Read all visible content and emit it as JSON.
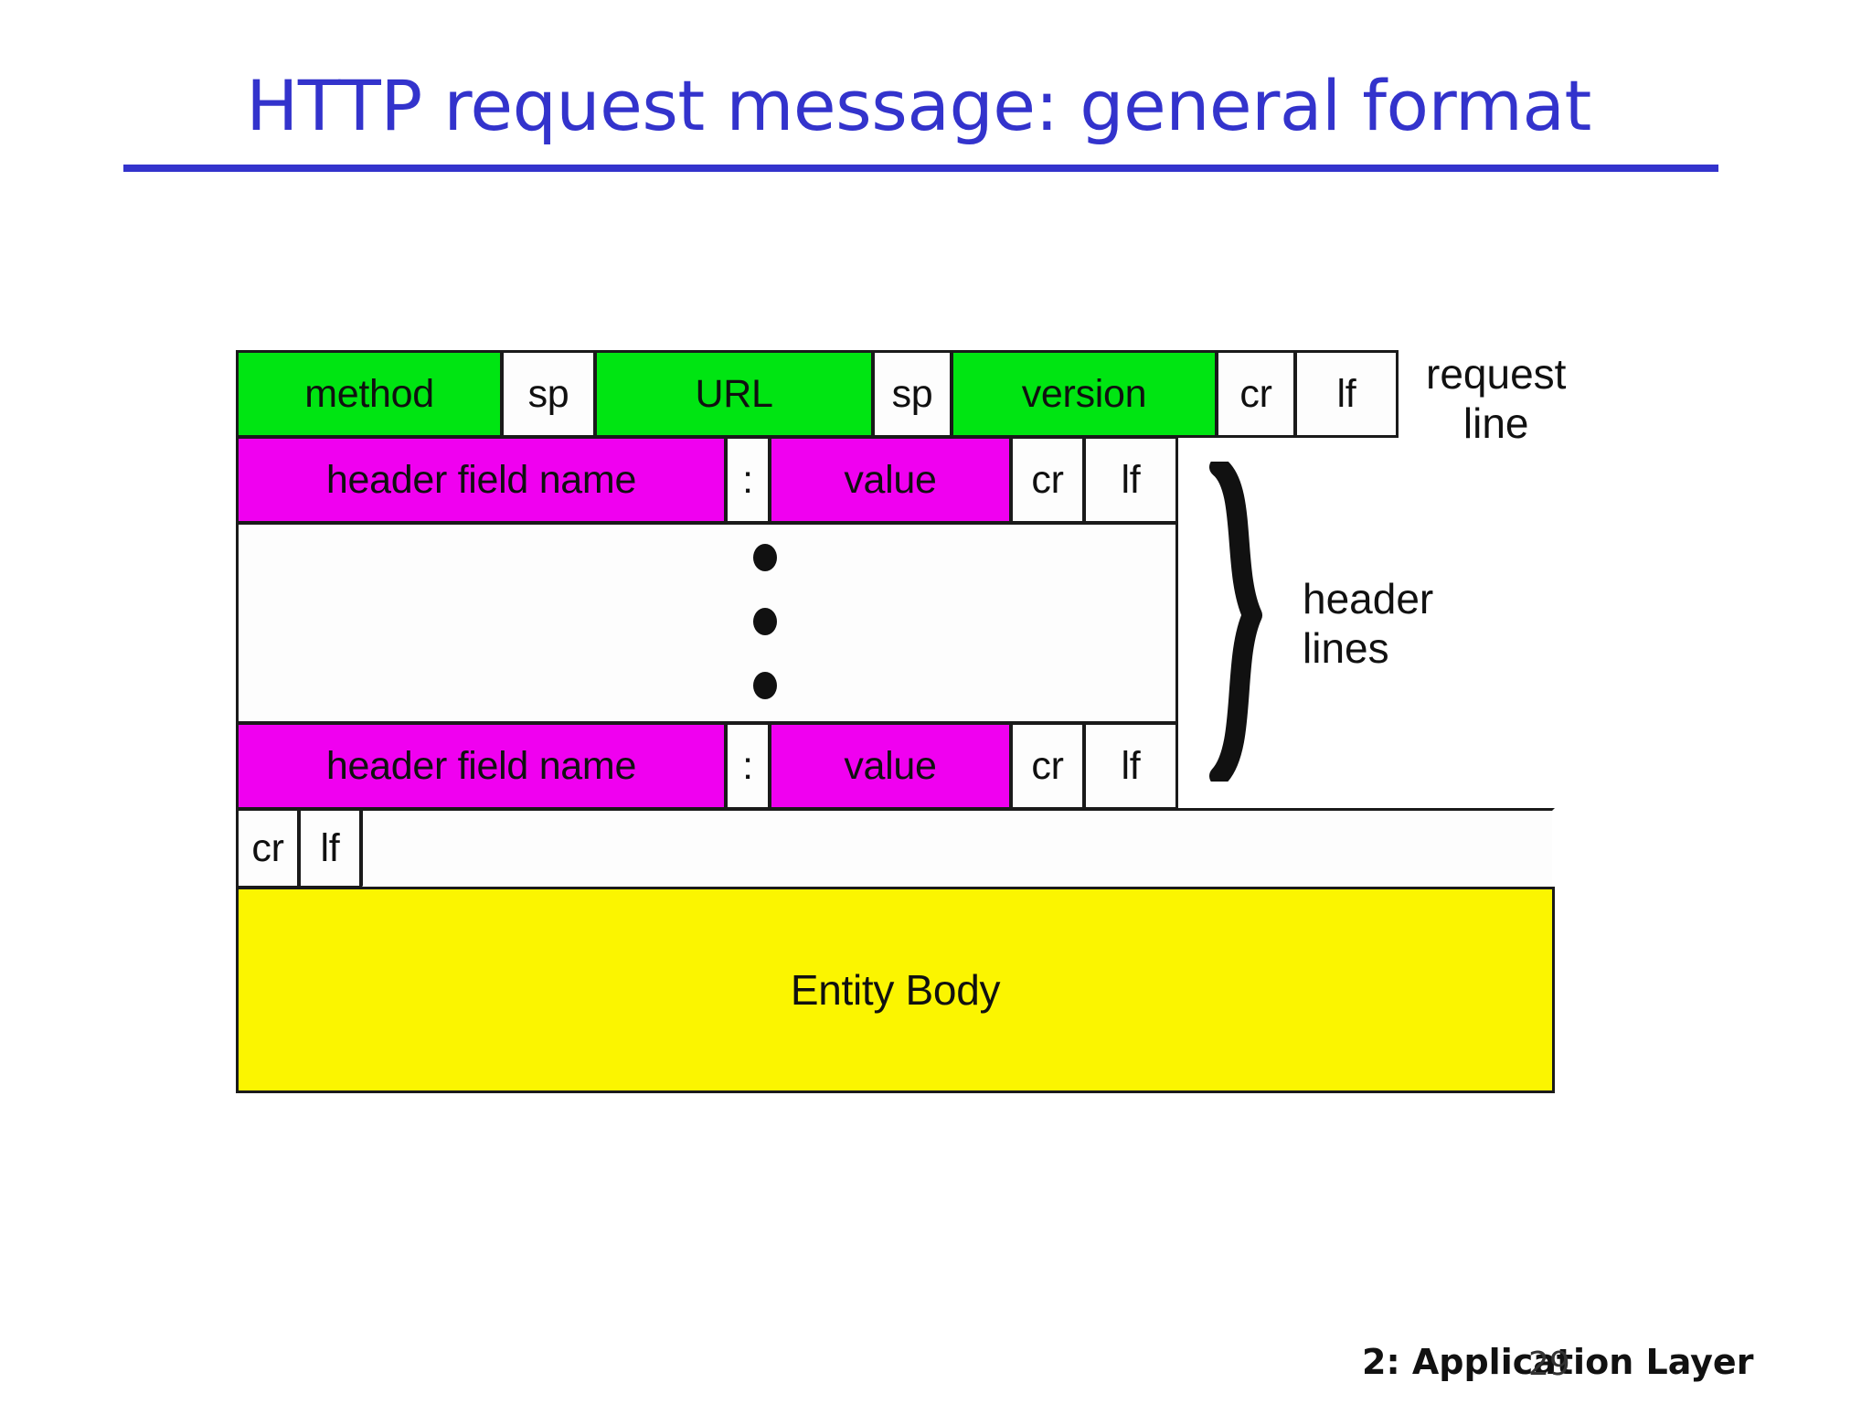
{
  "slide": {
    "title": "HTTP request message: general format",
    "title_color": "#3333CC",
    "background": "#FFFFFF"
  },
  "diagram": {
    "colors": {
      "green": "#00E512",
      "magenta": "#F000F0",
      "yellow": "#FBF500",
      "white": "#FFFFFF",
      "border": "#1A1A1A"
    },
    "rows": [
      {
        "name": "request-line",
        "cells": [
          {
            "label": "method",
            "fill": "green"
          },
          {
            "label": "sp",
            "fill": "white"
          },
          {
            "label": "URL",
            "fill": "green"
          },
          {
            "label": "sp",
            "fill": "white"
          },
          {
            "label": "version",
            "fill": "green"
          },
          {
            "label": "cr",
            "fill": "white"
          },
          {
            "label": "lf",
            "fill": "white"
          }
        ]
      },
      {
        "name": "header-line-first",
        "cells": [
          {
            "label": "header field name",
            "fill": "magenta"
          },
          {
            "label": ":",
            "fill": "white"
          },
          {
            "label": "value",
            "fill": "magenta"
          },
          {
            "label": "cr",
            "fill": "white"
          },
          {
            "label": "lf",
            "fill": "white"
          }
        ]
      },
      {
        "name": "ellipsis-row",
        "cells": [
          {
            "label": "",
            "fill": "white"
          }
        ],
        "ellipsis_dots": 3
      },
      {
        "name": "header-line-last",
        "cells": [
          {
            "label": "header field name",
            "fill": "magenta"
          },
          {
            "label": ":",
            "fill": "white"
          },
          {
            "label": "value",
            "fill": "magenta"
          },
          {
            "label": "cr",
            "fill": "white"
          },
          {
            "label": "lf",
            "fill": "white"
          }
        ]
      },
      {
        "name": "blank-line",
        "cells": [
          {
            "label": "cr",
            "fill": "white"
          },
          {
            "label": "lf",
            "fill": "white"
          },
          {
            "label": "",
            "fill": "white"
          }
        ]
      },
      {
        "name": "entity-body",
        "cells": [
          {
            "label": "Entity Body",
            "fill": "yellow"
          }
        ]
      }
    ],
    "annotations": {
      "request_line": "request\nline",
      "header_lines": "header\nlines",
      "brace_glyph": "}"
    }
  },
  "footer": {
    "course_label": "2: Application Layer",
    "page_number": "29"
  }
}
